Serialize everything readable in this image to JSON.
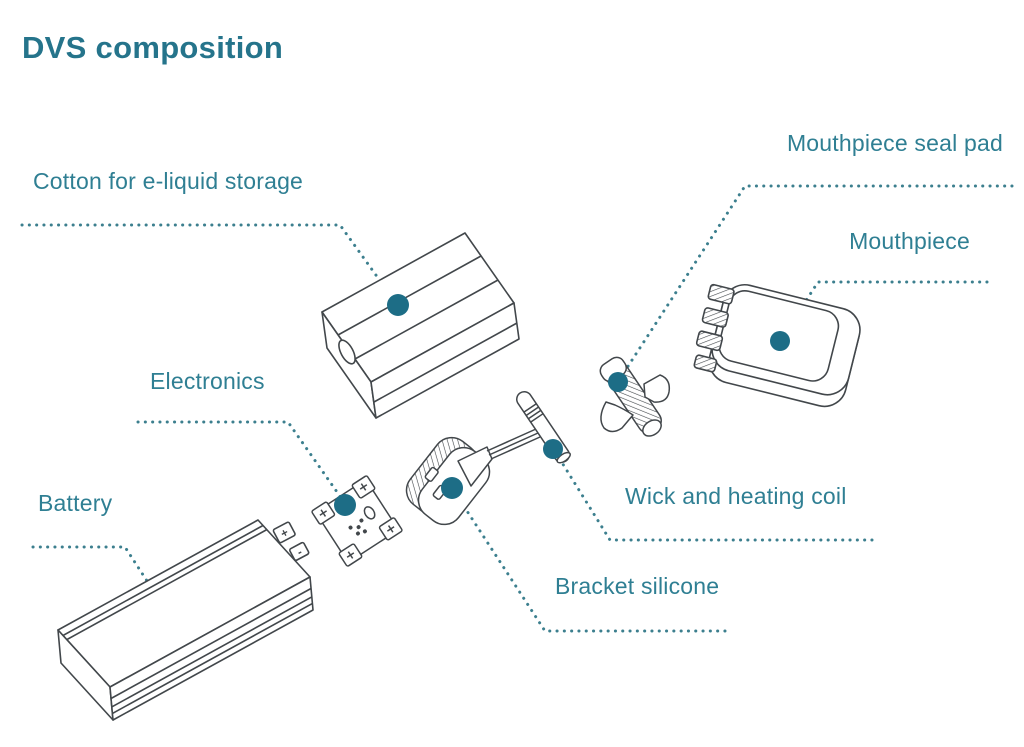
{
  "title": "DVS composition",
  "background": "#ffffff",
  "colors": {
    "title_text": "#25748b",
    "label_text": "#2f7f93",
    "marker_dot": "#1d6d86",
    "leader_dot": "#3c7f8e",
    "line_art": "#42474b"
  },
  "parts": [
    {
      "id": "cotton",
      "label": "Cotton for e-liquid storage"
    },
    {
      "id": "mouthpiece-seal-pad",
      "label": "Mouthpiece seal pad"
    },
    {
      "id": "mouthpiece",
      "label": "Mouthpiece"
    },
    {
      "id": "electronics",
      "label": "Electronics"
    },
    {
      "id": "battery",
      "label": "Battery"
    },
    {
      "id": "wick-heating-coil",
      "label": "Wick and heating coil"
    },
    {
      "id": "bracket-silicone",
      "label": "Bracket silicone"
    }
  ],
  "battery_terminals": {
    "positive": "+",
    "negative": "-"
  }
}
